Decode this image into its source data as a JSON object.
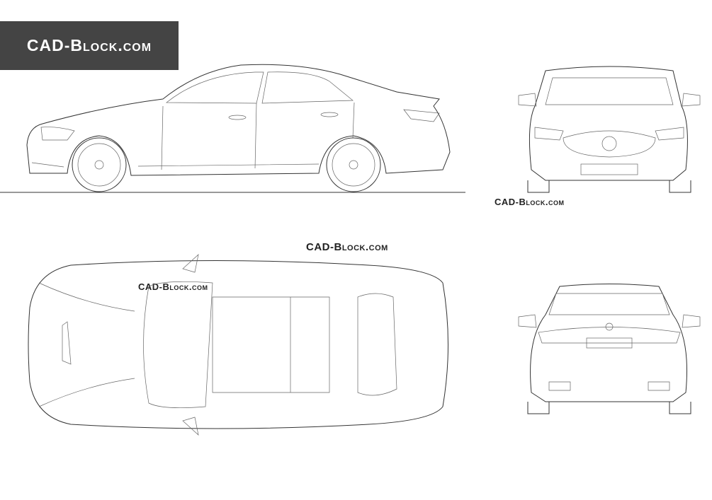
{
  "logo": {
    "text": "CAD-Block.com"
  },
  "watermarks": [
    "CAD-Block.com",
    "CAD-Block.com",
    "CAD-Block.com"
  ],
  "views": [
    "side",
    "front",
    "top",
    "rear"
  ]
}
